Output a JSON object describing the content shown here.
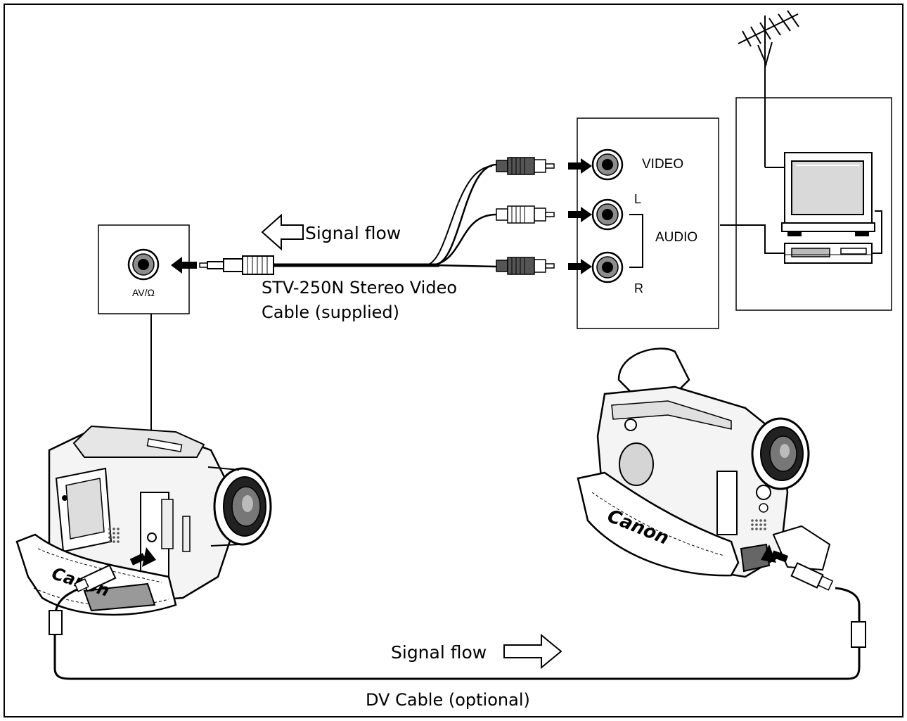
{
  "labels": {
    "signal_flow_top": "Signal flow",
    "cable_line1": "STV-250N Stereo Video",
    "cable_line2": "Cable (supplied)",
    "video": "VIDEO",
    "left": "L",
    "audio": "AUDIO",
    "right": "R",
    "av_jack": "AV/Ω",
    "signal_flow_bottom": "Signal flow",
    "dv_cable": "DV Cable (optional)",
    "brand_left": "Canon",
    "brand_right": "Canon"
  },
  "icons": {
    "antenna": "tv-antenna-icon",
    "tv": "television-icon",
    "vcr": "vcr-icon",
    "camcorder": "camcorder-icon",
    "jack": "rca-jack-icon",
    "plug": "rca-plug-icon",
    "arrow": "signal-flow-arrow-icon"
  },
  "colors": {
    "ink": "#000000",
    "paper": "#ffffff",
    "gray_light": "#d9d9d9",
    "gray_mid": "#a8a8a8",
    "gray_dark": "#5a5a5a"
  }
}
